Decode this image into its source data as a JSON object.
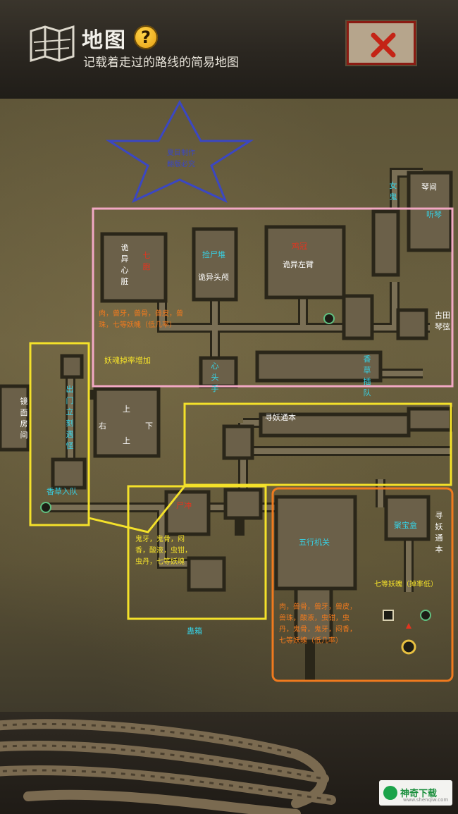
{
  "header": {
    "title": "地图",
    "subtitle": "记载着走过的路线的简易地图",
    "help_icon": "question-icon",
    "close_icon": "close-x-icon"
  },
  "watermark": {
    "text": "神奇下载",
    "url": "www.shenqiw.com"
  },
  "map": {
    "star_text": "夏目制作\n翻版必究",
    "labels": {
      "nuer": "女鬼",
      "chuijian": "琴间",
      "tingqin": "听琴",
      "guiyi_xinzang": "诡异心脏",
      "heart_red": "七胞",
      "shiduidui": "捡尸堆",
      "guiyi_toulu": "诡异头颅",
      "red_top": "鸡冠",
      "guiyi_zuobi": "诡异左臂",
      "drops_pink": "肉，兽牙，兽骨，兽皮，兽珠，七等妖魄（低几率）",
      "yaohun_rate": "妖魂掉率增加",
      "xintou": "心头手",
      "xiangcao_chadui": "香草插队",
      "gutian_qinxian": "古田琴弦",
      "jingmian_fangjian": "镜面房间",
      "chumen_ke": "出门立刻遇怪",
      "up1": "上",
      "right": "右",
      "down": "下",
      "up2": "上",
      "xunyao_tongben": "寻妖通本",
      "xiangcao_rudui": "香草入队",
      "shichong": "尸冲",
      "drops_yellow": "鬼牙，鬼骨，闷香，酸液，虫钳，虫丹，七等妖魄",
      "wuxing_jiguan": "五行机关",
      "jubao_he": "聚宝盒",
      "xunyao_tongben2": "寻妖通本",
      "qideng_yaopo": "七等妖魄（掉率低）",
      "guxiang": "蛊箱",
      "drops_orange": "肉，兽骨，兽牙，兽皮，兽珠，酸液，虫钳，虫丹，鬼骨，鬼牙，闷香，七等妖魄（低几率）"
    }
  }
}
